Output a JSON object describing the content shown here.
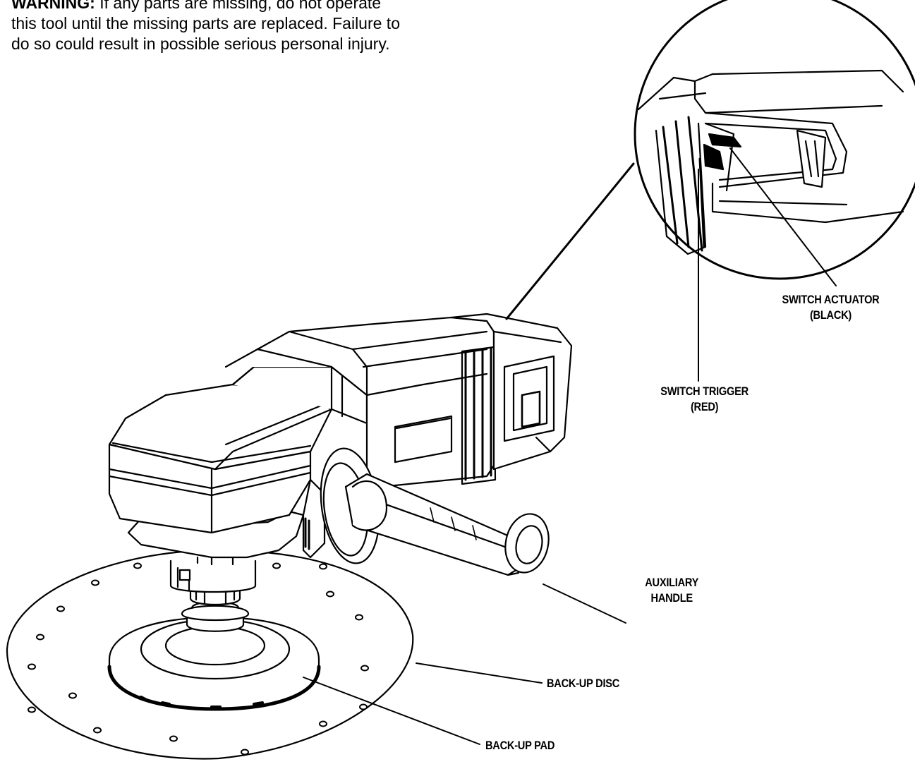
{
  "warning": {
    "lead": "WARNING:",
    "text": " If any parts are missing, do not operate this tool until the missing parts are replaced. Failure to do so could result in possible serious personal injury."
  },
  "labels": {
    "switch_actuator": [
      "SWITCH ACTUATOR",
      "(BLACK)"
    ],
    "switch_trigger": [
      "SWITCH TRIGGER",
      "(RED)"
    ],
    "auxiliary_handle": [
      "AUXILIARY",
      "HANDLE"
    ],
    "back_up_disc": "BACK-UP DISC",
    "back_up_pad": "BACK-UP PAD"
  },
  "colors": {
    "ink": "#000000",
    "paper": "#ffffff"
  }
}
